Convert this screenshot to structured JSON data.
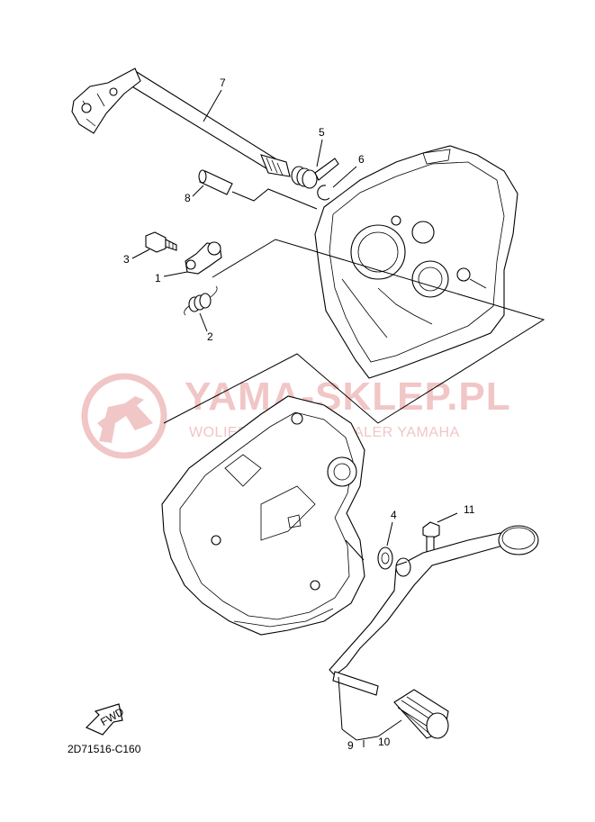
{
  "diagram_code": "2D71516-C160",
  "watermark": {
    "title": "YAMA-SKLEP.PL",
    "subtitle": "WOLIEFOLUW/ULTI DEALER YAMAHA",
    "color": "#f1c6c6"
  },
  "fwd_label": "FWD",
  "callouts": {
    "c1": "1",
    "c2": "2",
    "c3": "3",
    "c4": "4",
    "c5": "5",
    "c6": "6",
    "c7": "7",
    "c8": "8",
    "c9": "9",
    "c10": "10",
    "c11": "11"
  }
}
